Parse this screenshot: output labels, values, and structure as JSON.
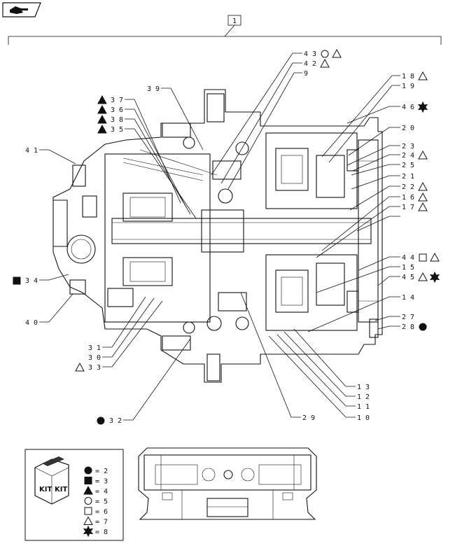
{
  "assembly_ref": "1",
  "icons": {
    "nav_icon": "hand-pointer-icon",
    "kit_icon": "kit-box-icon"
  },
  "callouts": [
    {
      "id": "c43",
      "number": "43",
      "symbols": [
        "circle",
        "triangle"
      ]
    },
    {
      "id": "c42",
      "number": "42",
      "symbols": [
        "triangle"
      ]
    },
    {
      "id": "c9",
      "number": "9",
      "symbols": []
    },
    {
      "id": "c18",
      "number": "18",
      "symbols": [
        "triangle"
      ]
    },
    {
      "id": "c19",
      "number": "19",
      "symbols": []
    },
    {
      "id": "c46",
      "number": "46",
      "symbols": [
        "star"
      ]
    },
    {
      "id": "c20",
      "number": "20",
      "symbols": []
    },
    {
      "id": "c23",
      "number": "23",
      "symbols": []
    },
    {
      "id": "c24",
      "number": "24",
      "symbols": [
        "triangle"
      ]
    },
    {
      "id": "c25",
      "number": "25",
      "symbols": []
    },
    {
      "id": "c21",
      "number": "21",
      "symbols": []
    },
    {
      "id": "c22",
      "number": "22",
      "symbols": [
        "triangle"
      ]
    },
    {
      "id": "c16",
      "number": "16",
      "symbols": [
        "triangle"
      ]
    },
    {
      "id": "c17",
      "number": "17",
      "symbols": [
        "triangle"
      ]
    },
    {
      "id": "c44",
      "number": "44",
      "symbols": [
        "square",
        "triangle"
      ]
    },
    {
      "id": "c15",
      "number": "15",
      "symbols": []
    },
    {
      "id": "c45",
      "number": "45",
      "symbols": [
        "triangle",
        "star"
      ]
    },
    {
      "id": "c14",
      "number": "14",
      "symbols": []
    },
    {
      "id": "c27",
      "number": "27",
      "symbols": []
    },
    {
      "id": "c28",
      "number": "28",
      "symbols": [
        "dot"
      ]
    },
    {
      "id": "c39",
      "number": "39",
      "symbols": []
    },
    {
      "id": "c37",
      "number": "37",
      "symbols": [
        "filled-triangle"
      ]
    },
    {
      "id": "c36",
      "number": "36",
      "symbols": [
        "filled-triangle"
      ]
    },
    {
      "id": "c38",
      "number": "38",
      "symbols": [
        "filled-triangle"
      ]
    },
    {
      "id": "c35",
      "number": "35",
      "symbols": [
        "filled-triangle"
      ]
    },
    {
      "id": "c41",
      "number": "41",
      "symbols": []
    },
    {
      "id": "c34",
      "number": "34",
      "symbols": [
        "filled-square"
      ]
    },
    {
      "id": "c40",
      "number": "40",
      "symbols": []
    },
    {
      "id": "c31",
      "number": "31",
      "symbols": []
    },
    {
      "id": "c30",
      "number": "30",
      "symbols": []
    },
    {
      "id": "c33",
      "number": "33",
      "symbols": [
        "triangle"
      ]
    },
    {
      "id": "c32",
      "number": "32",
      "symbols": [
        "dot"
      ]
    },
    {
      "id": "c29",
      "number": "29",
      "symbols": []
    },
    {
      "id": "c13",
      "number": "13",
      "symbols": []
    },
    {
      "id": "c12",
      "number": "12",
      "symbols": []
    },
    {
      "id": "c11",
      "number": "11",
      "symbols": []
    },
    {
      "id": "c10",
      "number": "10",
      "symbols": []
    }
  ],
  "kit_legend": {
    "box_text": "KIT",
    "entries": [
      {
        "symbol": "dot",
        "value": "2"
      },
      {
        "symbol": "filled-square",
        "value": "3"
      },
      {
        "symbol": "filled-triangle",
        "value": "4"
      },
      {
        "symbol": "circle",
        "value": "5"
      },
      {
        "symbol": "square",
        "value": "6"
      },
      {
        "symbol": "triangle",
        "value": "7"
      },
      {
        "symbol": "star",
        "value": "8"
      }
    ]
  }
}
